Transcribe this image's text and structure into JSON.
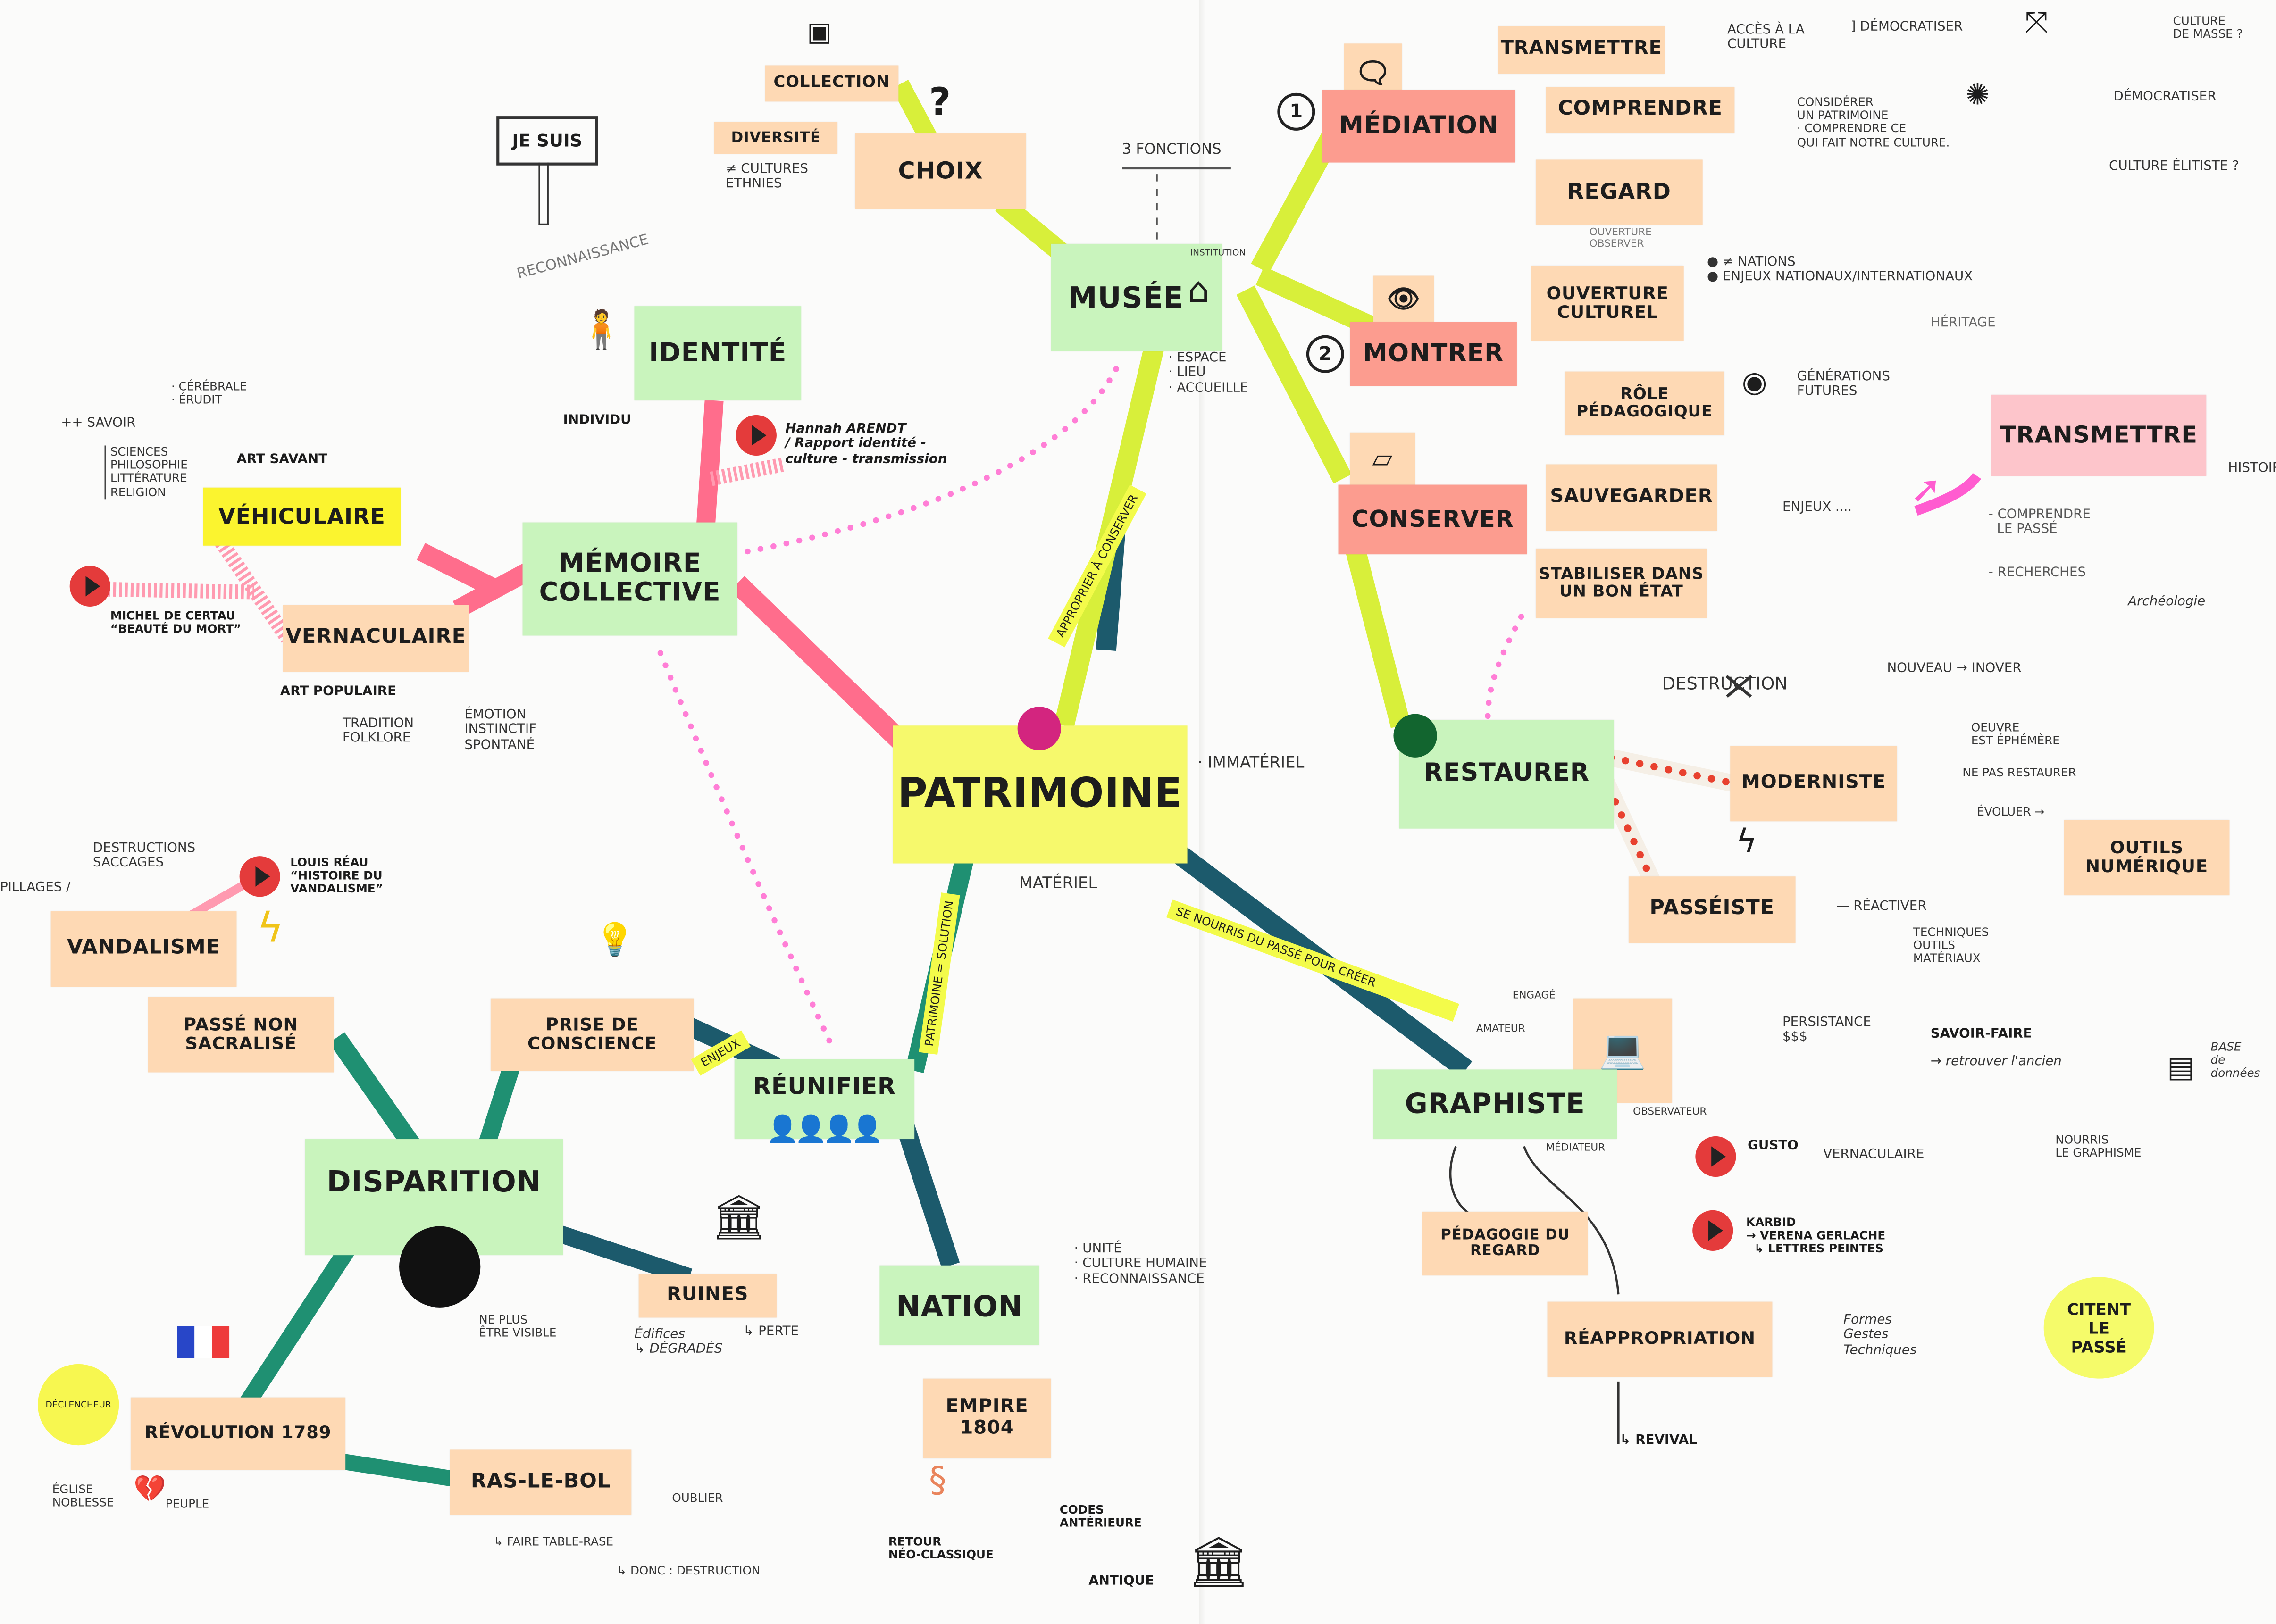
{
  "notes": {
    "patrimoine": "PATRIMOINE",
    "musee": "MUSÉE",
    "memoire": "MÉMOIRE COLLECTIVE",
    "identite": "IDENTITÉ",
    "vehiculaire": "VÉHICULAIRE",
    "vernaculaire": "VERNACULAIRE",
    "collection": "COLLECTION",
    "diversite": "DIVERSITÉ",
    "choix": "CHOIX",
    "mediation": "MÉDIATION",
    "transmettre_1": "TRANSMETTRE",
    "comprendre": "COMPRENDRE",
    "regard": "REGARD",
    "montrer": "MONTRER",
    "ouverture": "OUVERTURE CULTUREL",
    "role": "RÔLE PÉDAGOGIQUE",
    "conserver": "CONSERVER",
    "sauvegarder": "SAUVEGARDER",
    "stabiliser": "STABILISER DANS UN BON ÉTAT",
    "transmettre_2": "TRANSMETTRE",
    "restaurer": "RESTAURER",
    "moderniste": "MODERNISTE",
    "passeiste": "PASSÉISTE",
    "outils": "OUTILS NUMÉRIQUE",
    "graphiste": "GRAPHISTE",
    "pedagogie": "PÉDAGOGIE DU REGARD",
    "reappropriation": "RÉAPPROPRIATION",
    "vandalisme": "VANDALISME",
    "passe_non": "PASSÉ NON SACRALISÉ",
    "prise": "PRISE DE CONSCIENCE",
    "reunifier": "RÉUNIFIER",
    "disparition": "DISPARITION",
    "ruines": "RUINES",
    "nation": "NATION",
    "empire": "EMPIRE 1804",
    "revolution": "RÉVOLUTION 1789",
    "rasbol": "RAS-LE-BOL",
    "citent": "CITENT LE PASSÉ",
    "declencheur": "DÉCLENCHEUR"
  },
  "tapes": {
    "se_nourris": "Se nourris du passé pour créer",
    "approprier": "Approprier à conserver",
    "solution": "Patrimoine = solution",
    "enjeux": "Enjeux"
  },
  "numbers": {
    "one": "1",
    "two": "2"
  },
  "annotations": {
    "je_suis": "JE SUIS",
    "reconnaissance": "RECONNAISSANCE",
    "individu": "INDIVIDU",
    "cultures": "≠ CULTURES\nETHNIES",
    "trois_fonctions": "3 FONCTIONS",
    "institution": "INSTITUTION",
    "espace": "· ESPACE\n· LIEU\n· ACCUEILLE",
    "arendt": "Hannah ARENDT\n/ Rapport identité -\nculture - transmission",
    "savoir": "++ SAVOIR",
    "cerebrale": "· CÉRÉBRALE\n· ÉRUDIT",
    "sciences": "SCIENCES\nPHILOSOPHIE\nLITTÉRATURE\nRELIGION",
    "art_savant": "ART SAVANT",
    "certeau": "MICHEL DE CERTAU\n“BEAUTÉ DU MORT”",
    "art_populaire": "ART POPULAIRE",
    "tradition": "TRADITION\nFOLKLORE",
    "emotion": "ÉMOTION\nINSTINCTIF\nSPONTANÉ",
    "immateriel": "· IMMATÉRIEL",
    "materiel": "MATÉRIEL",
    "acces": "ACCÈS À LA\nCULTURE",
    "democratiser_1": "] DÉMOCRATISER",
    "culture_masse": "CULTURE\nDE MASSE ?",
    "democratiser_2": "DÉMOCRATISER",
    "culture_elitiste": "CULTURE ÉLITISTE ?",
    "considerer": "CONSIDÉRER\nUN PATRIMOINE\n· COMPRENDRE CE\nqui fait notre culture.",
    "ouverture_obs": "OUVERTURE\nOBSERVER",
    "nations": "● ≠ NATIONS\n● ENJEUX NATIONAUX/INTERNATIONAUX",
    "heritage": "HÉRITAGE",
    "generations": "GÉNÉRATIONS\nFUTURES",
    "enjeux": "ENJEUX ....",
    "histoire": "HISTOIRE",
    "comprendre_passe": "- COMPRENDRE\n  LE PASSÉ",
    "recherches": "- RECHERCHES",
    "archeologie": "Archéologie",
    "destruction": "DESTRUCTION",
    "nouveau": "NOUVEAU → INOVER",
    "oeuvre": "OEUVRE\nEST ÉPHÉMÈRE",
    "ne_pas": "NE PAS RESTAURER",
    "evoluer": "ÉVOLUER →",
    "reactiver": "— RÉACTIVER",
    "techniques": "TECHNIQUES\nOUTILS\nMATÉRIAUX",
    "savoir_faire": "SAVOIR-FAIRE",
    "persistance": "PERSISTANCE\n$$$",
    "retrouver": "→ retrouver l'ancien",
    "base": "BASE\nde\ndonnées",
    "engage": "ENGAGÉ",
    "amateur": "AMATEUR",
    "observateur": "OBSERVATEUR",
    "mediateur": "MÉDIATEUR",
    "gusto": "GUSTO",
    "vernaculaire_g": "VERNACULAIRE",
    "nourris": "NOURRIS\nLE GRAPHISME",
    "karbid": "KARBID\n→ Verena GERLACHE\n  ↳ lettres peintes",
    "formes": "Formes\nGestes\nTechniques",
    "revival": "↳ REVIVAL",
    "pillages": "PILLAGES /",
    "destructions": "DESTRUCTIONS\nSACCAGES",
    "reau": "LOUIS RÉAU\n“HISTOIRE DU\nVANDALISME”",
    "ne_plus": "NE PLUS\nÊTRE VISIBLE",
    "edifices": "Édifices\n↳ DÉGRADÉS",
    "perte": "↳ PERTE",
    "unite": "· UNITÉ\n· CULTURE HUMAINE\n· RECONNAISSANCE",
    "eglise": "ÉGLISE\nNOBLESSE",
    "peuple": "PEUPLE",
    "oublier": "OUBLIER",
    "table_rase": "↳ FAIRE TABLE-RASE",
    "donc": "↳ DONC : DESTRUCTION",
    "retour": "RETOUR\nNÉO-CLASSIQUE",
    "codes": "CODES\nANTÉRIEURE",
    "antique": "ANTIQUE"
  },
  "colors": {
    "peach": "#fed9b4",
    "green": "#c9f4bd",
    "yellow": "#f6f96c",
    "salmon": "#fc9c8f",
    "pink": "#fdc5cb",
    "tape_lime": "#d8ef3a",
    "tape_pink": "#ff6d8c",
    "tape_teal": "#1f9072",
    "tape_dark": "#1c5a6c"
  }
}
